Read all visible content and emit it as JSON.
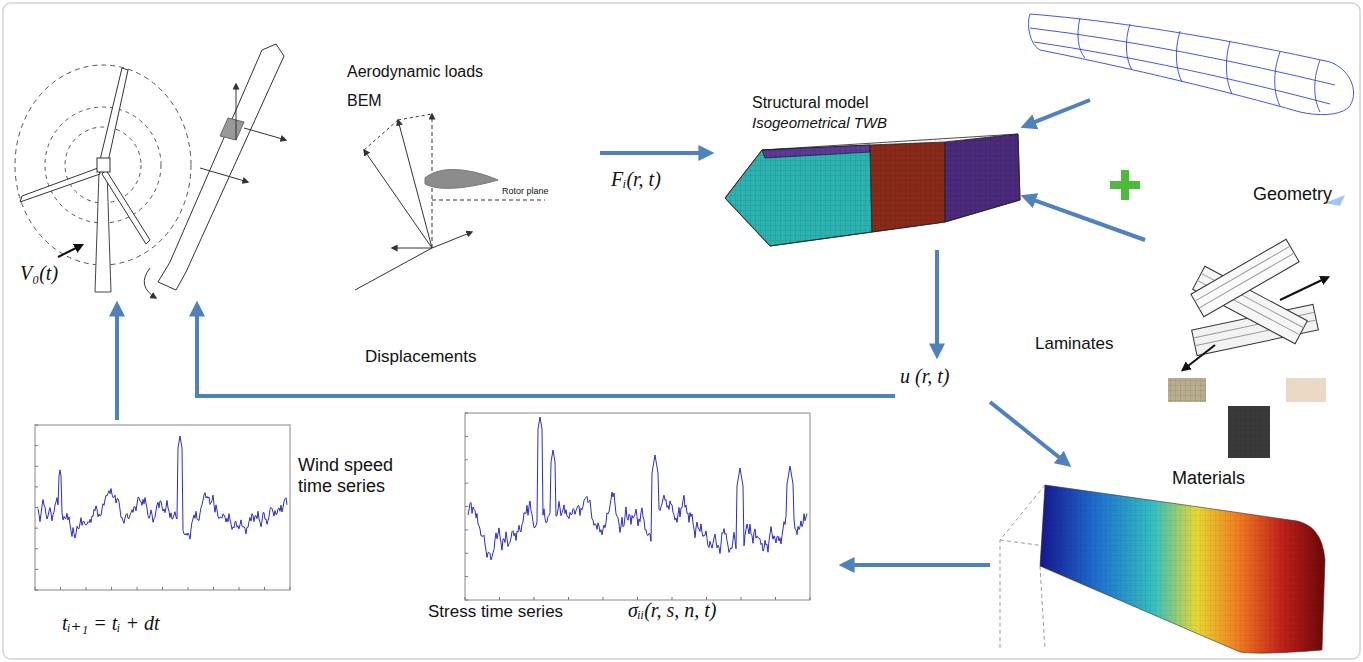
{
  "diagram": {
    "nodes": [
      {
        "text": [
          "V₀(t)"
        ]
      },
      {
        "text": [
          "Aerodynamic loads",
          "BEM"
        ]
      },
      {
        "text": [
          "Structural model",
          "Isogeometrical TWB"
        ]
      },
      {
        "text": [
          "Geometry"
        ]
      },
      {
        "text": [
          "Laminates",
          "Materials"
        ]
      },
      {
        "text": [
          "u (r, t)"
        ]
      },
      {
        "text": [
          "Wind speed time series",
          "tᵢ₊₁ = tᵢ + dt"
        ]
      },
      {
        "text": [
          "Stress time series",
          "σᵢᵢ(r, s, n, t)"
        ]
      }
    ],
    "edges": [
      {
        "from": 6,
        "to": 0,
        "arrow": "to"
      },
      {
        "from": 1,
        "to": 2,
        "arrow": "to",
        "label": "Fᵢ(r, t)"
      },
      {
        "from": 3,
        "to": 2,
        "arrow": "to"
      },
      {
        "from": 4,
        "to": 2,
        "arrow": "to"
      },
      {
        "from": 2,
        "to": 5,
        "arrow": "to"
      },
      {
        "from": 5,
        "to": 0,
        "arrow": "to",
        "label": "Displacements"
      }
    ],
    "labels": [
      "Rotor plane"
    ]
  }
}
